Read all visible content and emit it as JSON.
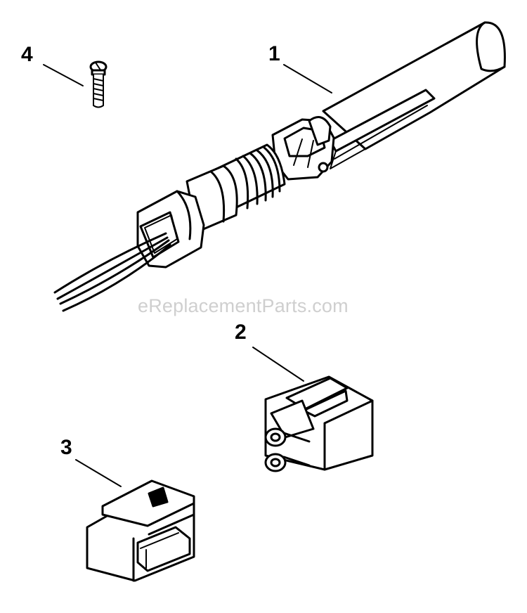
{
  "diagram": {
    "watermark": "eReplacementParts.com",
    "callouts": [
      {
        "id": "1",
        "label": "1"
      },
      {
        "id": "2",
        "label": "2"
      },
      {
        "id": "3",
        "label": "3"
      },
      {
        "id": "4",
        "label": "4"
      }
    ]
  }
}
